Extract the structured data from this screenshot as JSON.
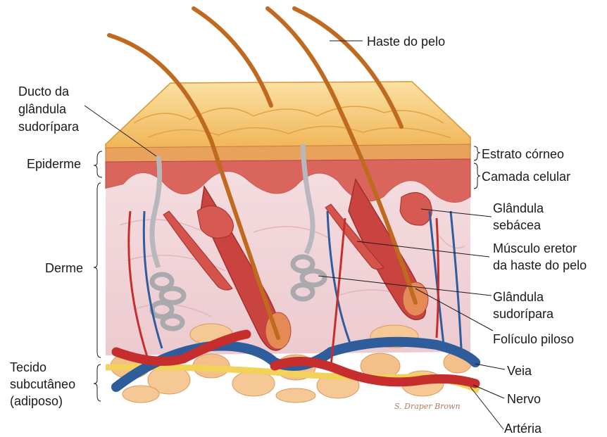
{
  "labels": {
    "hair_shaft": "Haste do pelo",
    "sweat_duct": [
      "Ducto da",
      "glândula",
      "sudorípara"
    ],
    "epidermis": "Epiderme",
    "stratum_corneum": "Estrato córneo",
    "cell_layer": "Camada celular",
    "sebaceous_gland": [
      "Glândula",
      "sebácea"
    ],
    "arrector_muscle": [
      "Músculo eretor",
      "da haste do pelo"
    ],
    "dermis": "Derme",
    "sweat_gland": [
      "Glândula",
      "sudorípara"
    ],
    "hair_follicle": "Folículo piloso",
    "subcutaneous": [
      "Tecido",
      "subcutâneo",
      "(adiposo)"
    ],
    "vein": "Veia",
    "nerve": "Nervo",
    "artery": "Artéria"
  },
  "signature": "S. Draper Brown",
  "colors": {
    "epidermis_surface": "#f6c36a",
    "dermis": "#f1d3d6",
    "follicle": "#c9443f",
    "hair": "#c06a1f",
    "vein": "#2f5d9c",
    "artery": "#c62e2e",
    "nerve": "#f2d25a",
    "fat": "#f3c08a",
    "sweat_gland": "#b8b8bc"
  }
}
